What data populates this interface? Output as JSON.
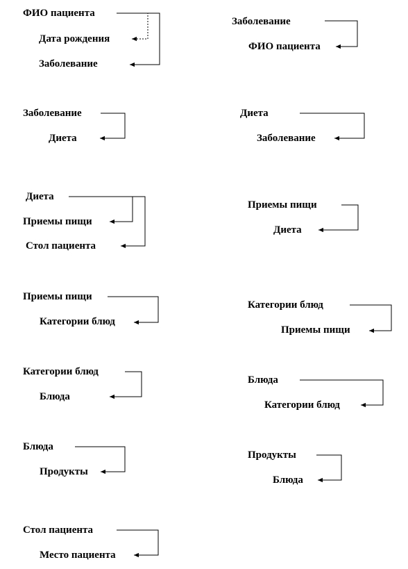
{
  "diagrams": [
    {
      "top": "ФИО пациента",
      "children": [
        "Дата рождения",
        "Заболевание"
      ]
    },
    {
      "top": "Заболевание",
      "children": [
        "ФИО пациента"
      ]
    },
    {
      "top": "Заболевание",
      "children": [
        "Диета"
      ]
    },
    {
      "top": "Диета",
      "children": [
        "Заболевание"
      ]
    },
    {
      "top": "Диета",
      "children": [
        "Приемы пищи",
        "Стол пациента"
      ]
    },
    {
      "top": "Приемы пищи",
      "children": [
        "Диета"
      ]
    },
    {
      "top": "Приемы пищи",
      "children": [
        "Категории блюд"
      ]
    },
    {
      "top": "Категории блюд",
      "children": [
        "Приемы пищи"
      ]
    },
    {
      "top": "Категории блюд",
      "children": [
        "Блюда"
      ]
    },
    {
      "top": "Блюда",
      "children": [
        "Категории блюд"
      ]
    },
    {
      "top": "Блюда",
      "children": [
        "Продукты"
      ]
    },
    {
      "top": "Продукты",
      "children": [
        "Блюда"
      ]
    },
    {
      "top": "Стол пациента",
      "children": [
        "Место пациента"
      ]
    }
  ]
}
